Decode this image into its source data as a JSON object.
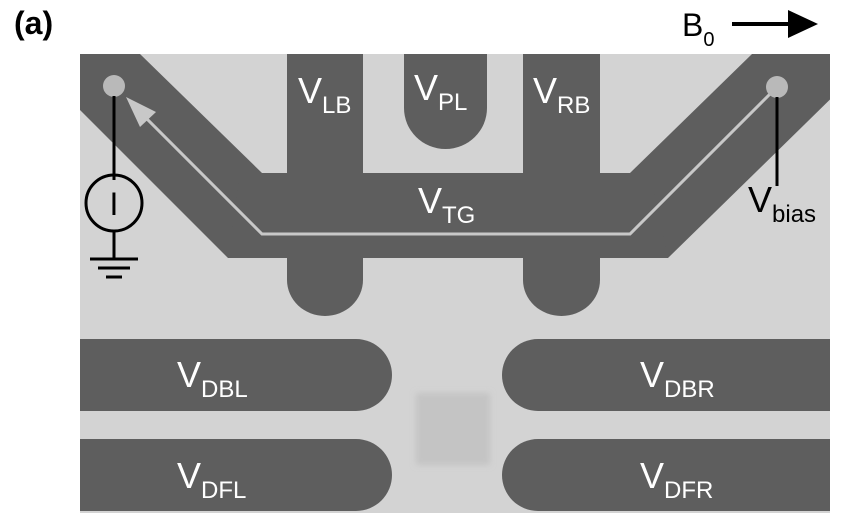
{
  "panel_label": "(a)",
  "field": {
    "symbol": "B",
    "subscript": "0"
  },
  "current_source": {
    "symbol": "I"
  },
  "gates": [
    {
      "id": "lb",
      "symbol": "V",
      "subscript": "LB"
    },
    {
      "id": "pl",
      "symbol": "V",
      "subscript": "PL"
    },
    {
      "id": "rb",
      "symbol": "V",
      "subscript": "RB"
    },
    {
      "id": "tg",
      "symbol": "V",
      "subscript": "TG"
    },
    {
      "id": "dbl",
      "symbol": "V",
      "subscript": "DBL"
    },
    {
      "id": "dbr",
      "symbol": "V",
      "subscript": "DBR"
    },
    {
      "id": "dfl",
      "symbol": "V",
      "subscript": "DFL"
    },
    {
      "id": "dfr",
      "symbol": "V",
      "subscript": "DFR"
    }
  ],
  "bias": {
    "symbol": "V",
    "subscript": "bias"
  },
  "colors": {
    "substrate": "#d3d3d3",
    "gate": "#5e5e5e",
    "dot_square": "#c4c4c4",
    "channel_line": "#c8c8c8",
    "contact": "#b9b9b9",
    "wire": "#000000"
  }
}
